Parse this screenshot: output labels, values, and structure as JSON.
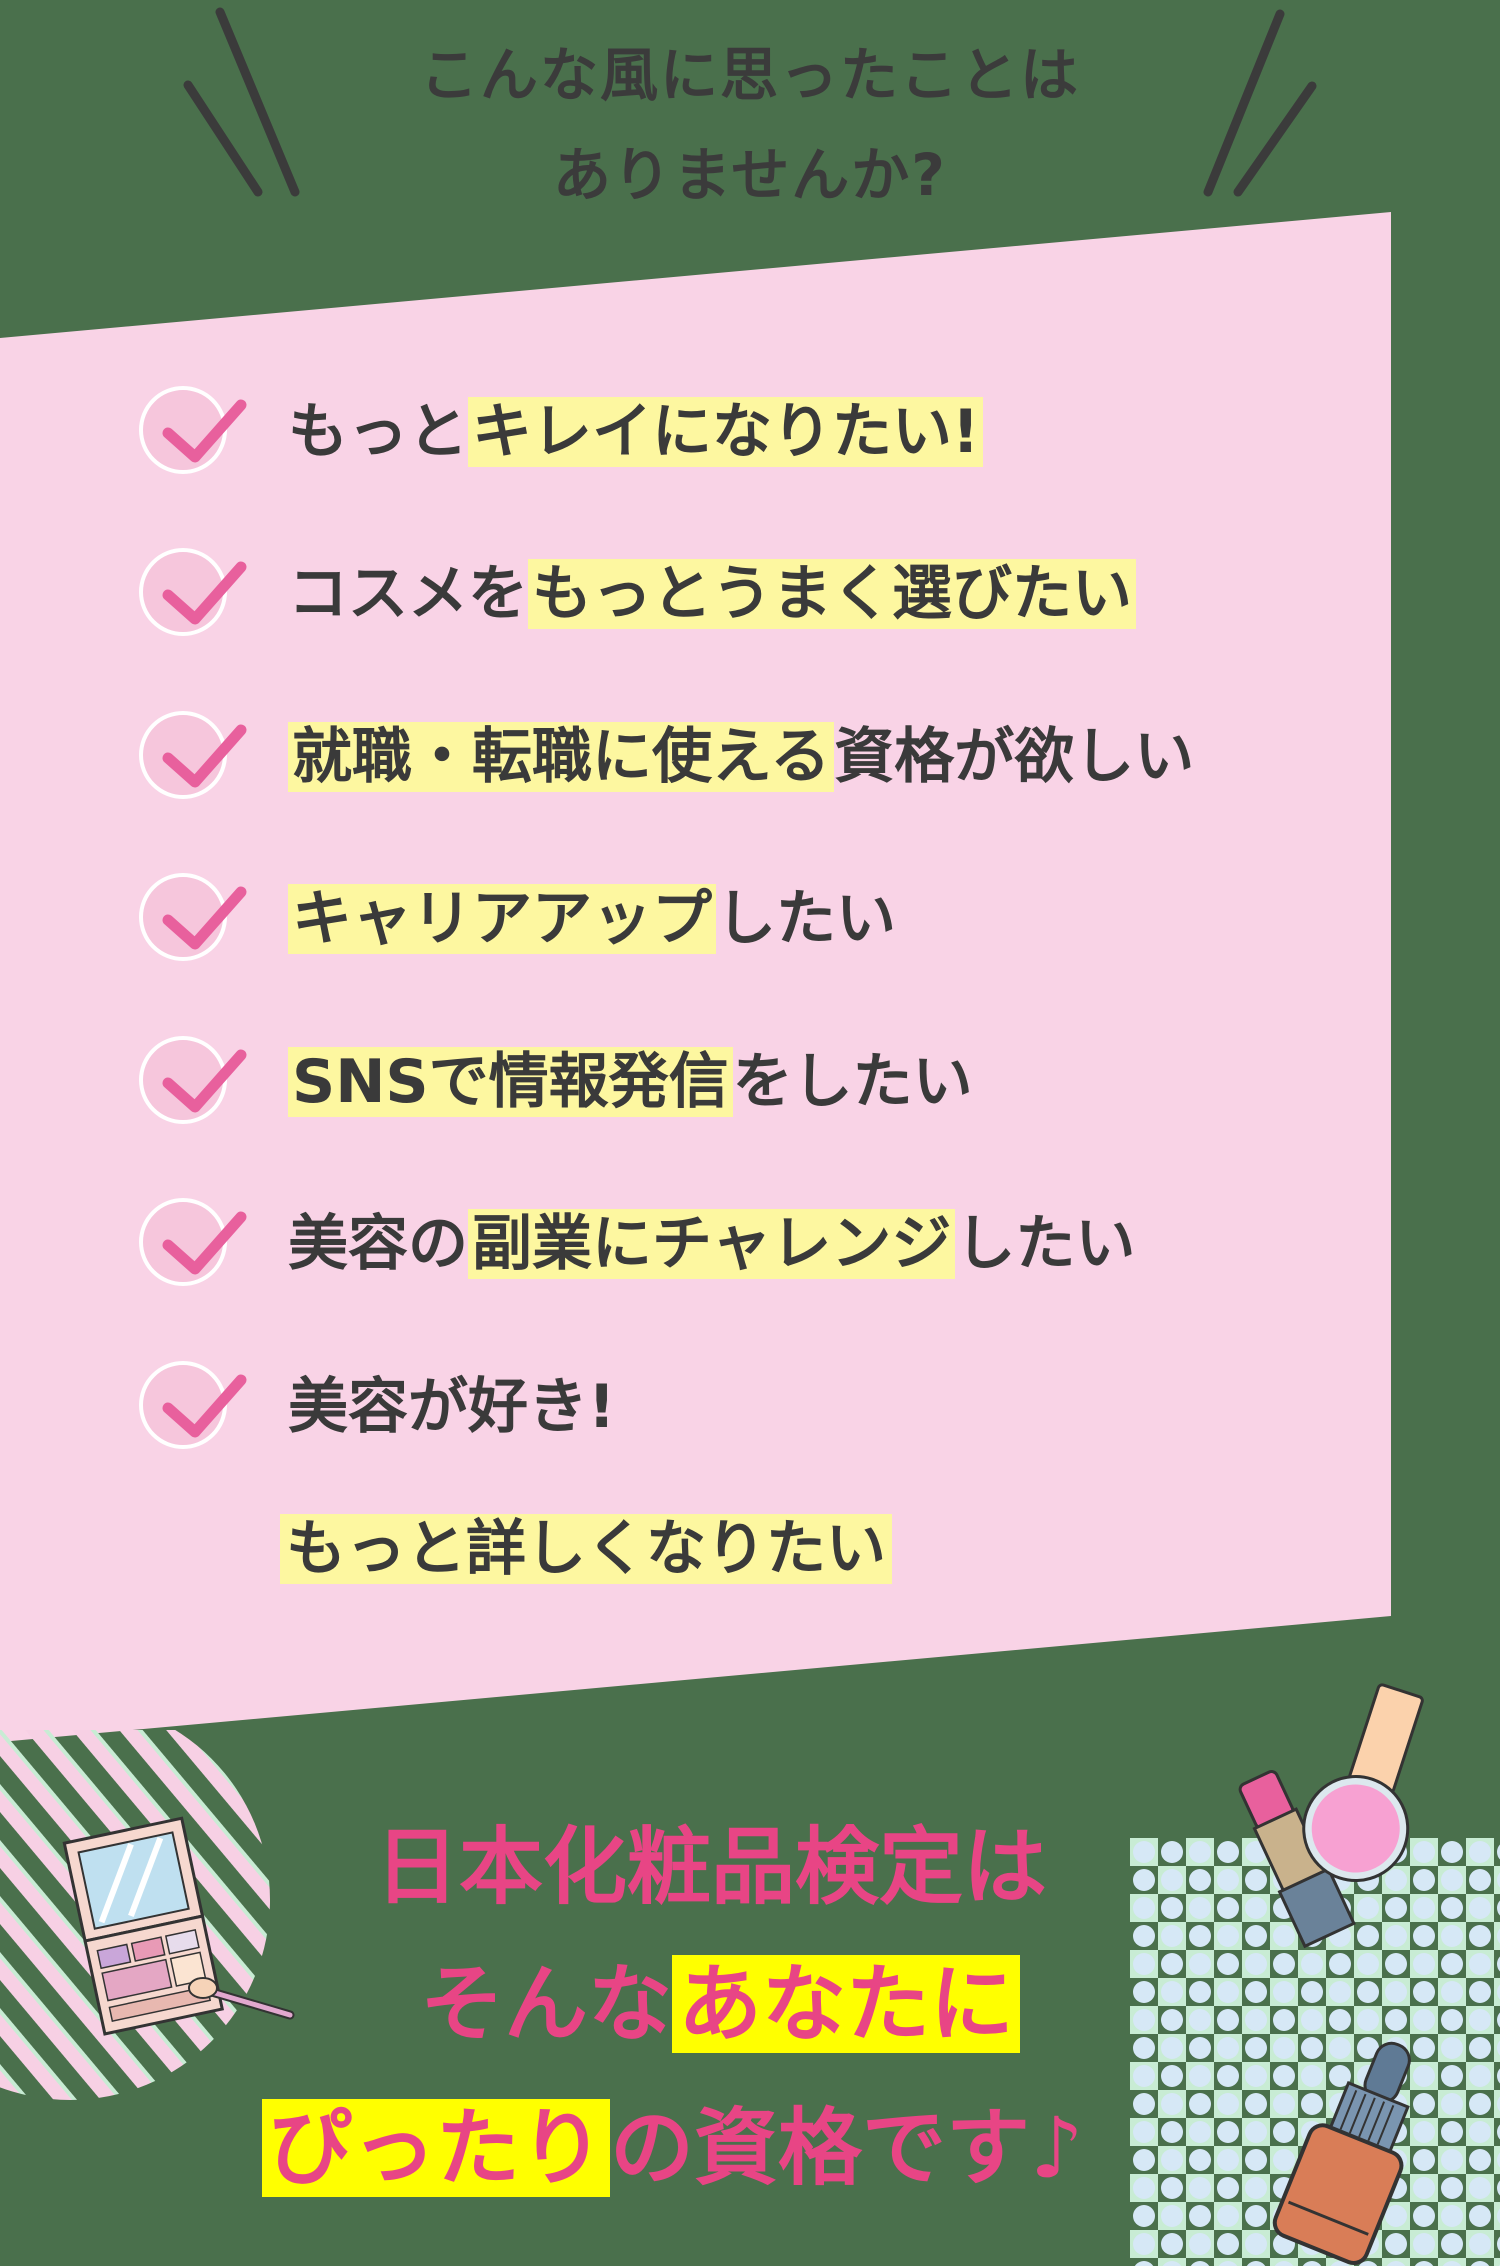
{
  "header": {
    "line1": "こんな風に思ったことは",
    "line2": "ありませんか?"
  },
  "colors": {
    "background": "#4a704c",
    "panel": "#f9d3e6",
    "text": "#3a3a3a",
    "highlight_item": "#fdf7a0",
    "highlight_headline": "#ffff00",
    "accent_pink": "#e84585",
    "check_pink": "#e8609d"
  },
  "checklist": {
    "icon": "check-circle-icon",
    "items": [
      {
        "pre": "もっと",
        "hl": "キレイになりたい!",
        "post": ""
      },
      {
        "pre": "コスメを",
        "hl": "もっとうまく選びたい",
        "post": ""
      },
      {
        "pre": "",
        "hl": "就職・転職に使える",
        "post": "資格が欲しい"
      },
      {
        "pre": "",
        "hl": "キャリアアップ",
        "post": "したい"
      },
      {
        "pre": "",
        "hl": "SNSで情報発信",
        "post": "をしたい"
      },
      {
        "pre": "美容の",
        "hl": "副業にチャレンジ",
        "post": "したい"
      },
      {
        "pre": "美容が好き!",
        "hl": "",
        "post": ""
      }
    ],
    "item7_line2": "もっと詳しくなりたい"
  },
  "headline": {
    "line1": "日本化粧品検定は",
    "line2_pre": "そんな",
    "line2_hl": "あなたに",
    "line3_hl": "ぴったり",
    "line3_post": "の資格です♪"
  },
  "illustrations": {
    "left": "eyeshadow-palette-icon",
    "right_top": "lipstick-and-nail-polish-icon",
    "right_bottom": "serum-dropper-bottle-icon"
  }
}
